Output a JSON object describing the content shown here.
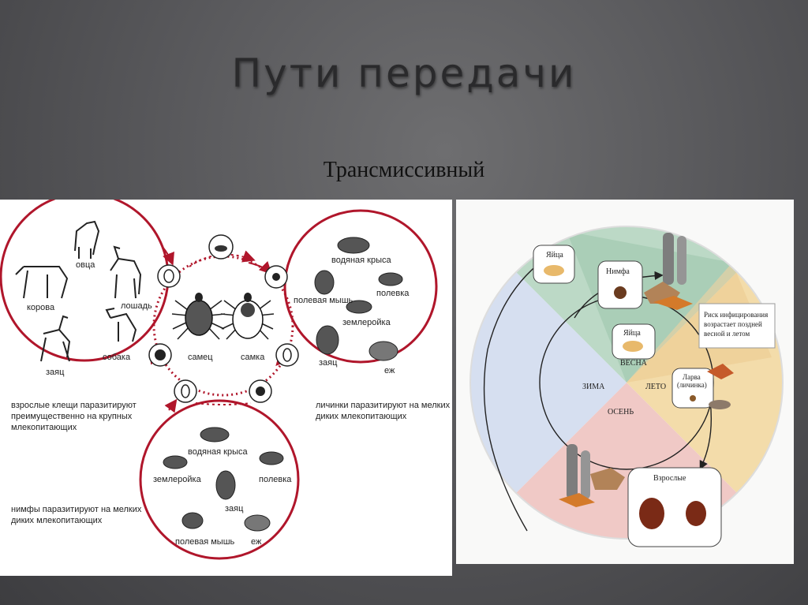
{
  "slide": {
    "title": "Пути передачи",
    "subtitle": "Трансмиссивный"
  },
  "left_diagram": {
    "hosts_large": [
      "овца",
      "лошадь",
      "корова",
      "собака",
      "заяц"
    ],
    "hosts_larva": [
      "водяная крыса",
      "полевая мышь",
      "полевка",
      "землеройка",
      "заяц",
      "еж"
    ],
    "hosts_nymph": [
      "водяная крыса",
      "землеройка",
      "полевка",
      "заяц",
      "полевая мышь",
      "еж"
    ],
    "adult_labels": [
      "самец",
      "самка"
    ],
    "captions": {
      "adults": [
        "взрослые клещи паразитируют",
        "преимущественно на крупных",
        "млекопитающих"
      ],
      "larvae": [
        "личинки паразитируют на мелких",
        "диких млекопитающих"
      ],
      "nymphs": [
        "нимфы паразитируют на мелких",
        "диких млекопитающих"
      ]
    },
    "colors": {
      "ring": "#b0162b",
      "arrow": "#b0162b"
    }
  },
  "right_diagram": {
    "seasons": [
      "ВЕСНА",
      "ЛЕТО",
      "ОСЕНЬ",
      "ЗИМА"
    ],
    "stages": {
      "eggs_outer": "Яйца",
      "nymph": "Нимфа",
      "eggs_inner": "Яйца",
      "larva_line1": "Ларва",
      "larva_line2": "(личинка)",
      "adults": "Взрослые"
    },
    "risk_note": [
      "Риск инфицирования",
      "возрастает поздней",
      "весной и летом"
    ],
    "colors": {
      "spring": "#bcd9c6",
      "summer": "#f3dcaa",
      "autumn": "#f0c9c6",
      "winter": "#d6dff0"
    }
  }
}
